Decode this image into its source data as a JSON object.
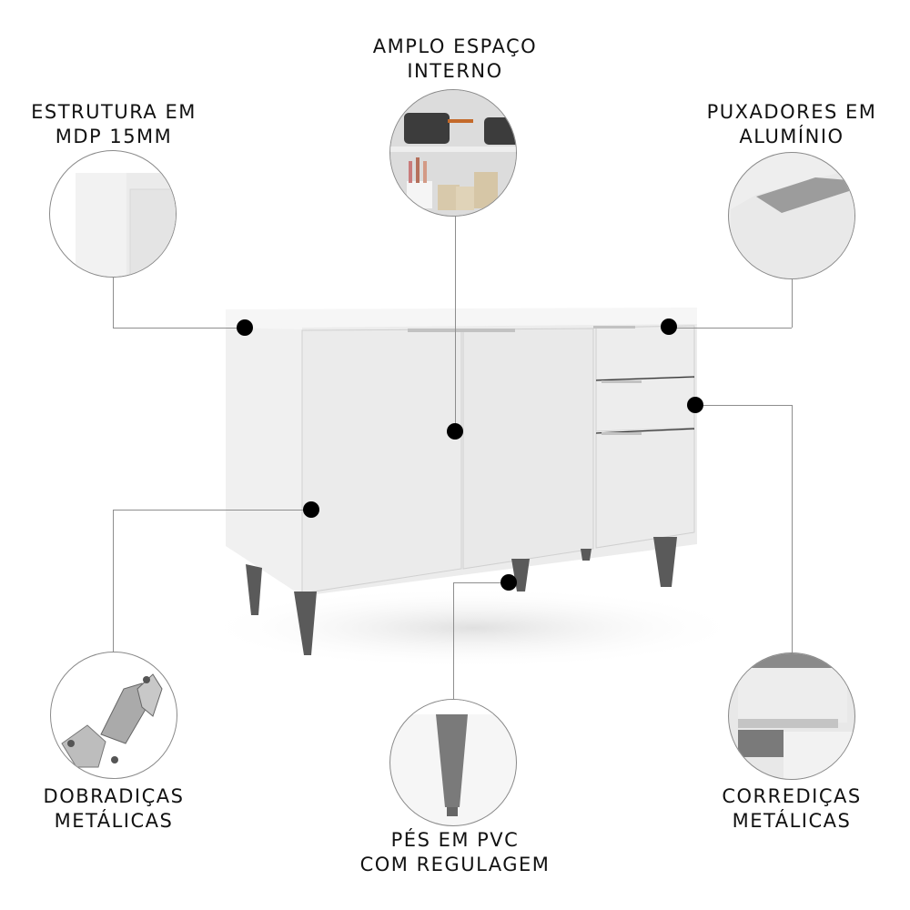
{
  "features": [
    {
      "id": "structure",
      "lines": [
        "ESTRUTURA EM",
        "MDP 15MM"
      ]
    },
    {
      "id": "space",
      "lines": [
        "AMPLO ESPAÇO",
        "INTERNO"
      ]
    },
    {
      "id": "handles",
      "lines": [
        "PUXADORES EM",
        "ALUMÍNIO"
      ]
    },
    {
      "id": "hinges",
      "lines": [
        "DOBRADIÇAS",
        "METÁLICAS"
      ]
    },
    {
      "id": "feet",
      "lines": [
        "PÉS EM PVC",
        "COM REGULAGEM"
      ]
    },
    {
      "id": "slides",
      "lines": [
        "CORREDIÇAS",
        "METÁLICAS"
      ]
    }
  ],
  "colors": {
    "cabinet": "#f1f1f1",
    "legs": "#5a5a5a",
    "dot": "#000000",
    "line": "#8e8e8e"
  }
}
